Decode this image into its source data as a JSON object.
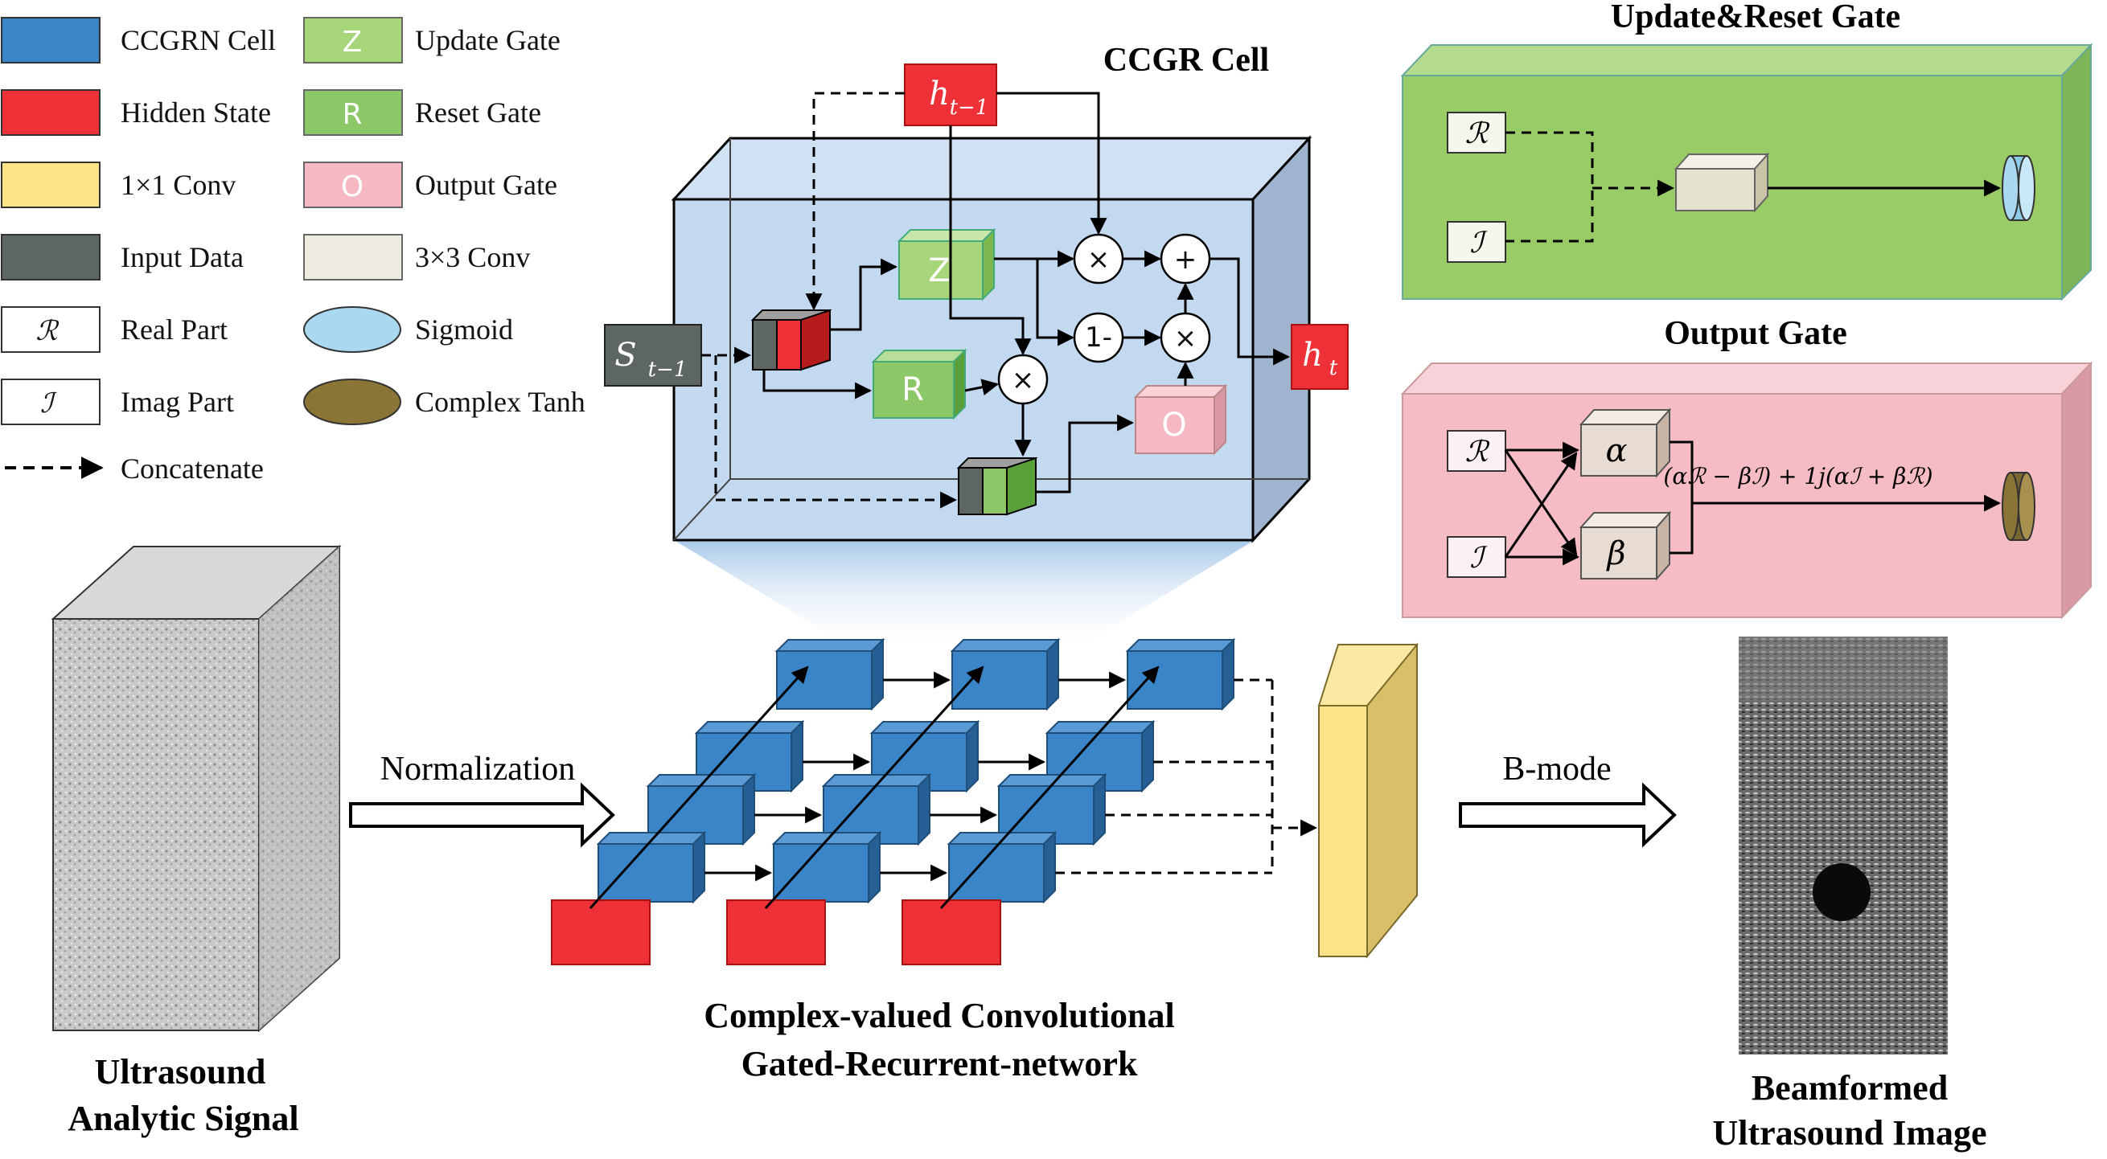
{
  "legend": [
    {
      "label": "CCGRN Cell",
      "symbol": "",
      "color": "#3a85c8"
    },
    {
      "label": "Hidden State",
      "symbol": "",
      "color": "#ee3136"
    },
    {
      "label": "1×1 Conv",
      "symbol": "",
      "color": "#fde38a"
    },
    {
      "label": "Input Data",
      "symbol": "",
      "color": "#5e6662"
    },
    {
      "label": "Real Part",
      "symbol": "ℛ",
      "color": "#ffffff"
    },
    {
      "label": "Imag Part",
      "symbol": "ℐ",
      "color": "#ffffff"
    },
    {
      "label": "Concatenate",
      "symbol": "",
      "color": "#000000"
    },
    {
      "label": "Update Gate",
      "symbol": "Z",
      "color": "#a6d57a"
    },
    {
      "label": "Reset Gate",
      "symbol": "R",
      "color": "#8cc768"
    },
    {
      "label": "Output Gate",
      "symbol": "O",
      "color": "#f6b8c2"
    },
    {
      "label": "3×3 Conv",
      "symbol": "",
      "color": "#efebe1"
    },
    {
      "label": "Sigmoid",
      "symbol": "",
      "color": "#a9d8f0"
    },
    {
      "label": "Complex Tanh",
      "symbol": "",
      "color": "#8b7536"
    }
  ],
  "ccgr": {
    "title": "CCGR Cell",
    "h_prev": "h",
    "h_prev_sub": "t−1",
    "s_prev": "S",
    "s_prev_sub": "t−1",
    "h_out": "h",
    "h_out_sub": "t",
    "gate_z": "Z",
    "gate_r": "R",
    "gate_o": "O",
    "op_mul": "×",
    "op_add": "+",
    "op_one_minus": "1-"
  },
  "update_reset": {
    "title": "Update&Reset Gate",
    "real": "ℛ",
    "imag": "ℐ"
  },
  "output_gate": {
    "title": "Output Gate",
    "real": "ℛ",
    "imag": "ℐ",
    "alpha": "α",
    "beta": "β",
    "formula": "(αℛ − βℐ) + 1j(αℐ + βℛ)"
  },
  "pipeline": {
    "normalization": "Normalization",
    "bmode": "B-mode",
    "input_caption_1": "Ultrasound",
    "input_caption_2": "Analytic Signal",
    "network_caption_1": "Complex-valued Convolutional",
    "network_caption_2": "Gated-Recurrent-network",
    "output_caption_1": "Beamformed",
    "output_caption_2": "Ultrasound Image"
  }
}
